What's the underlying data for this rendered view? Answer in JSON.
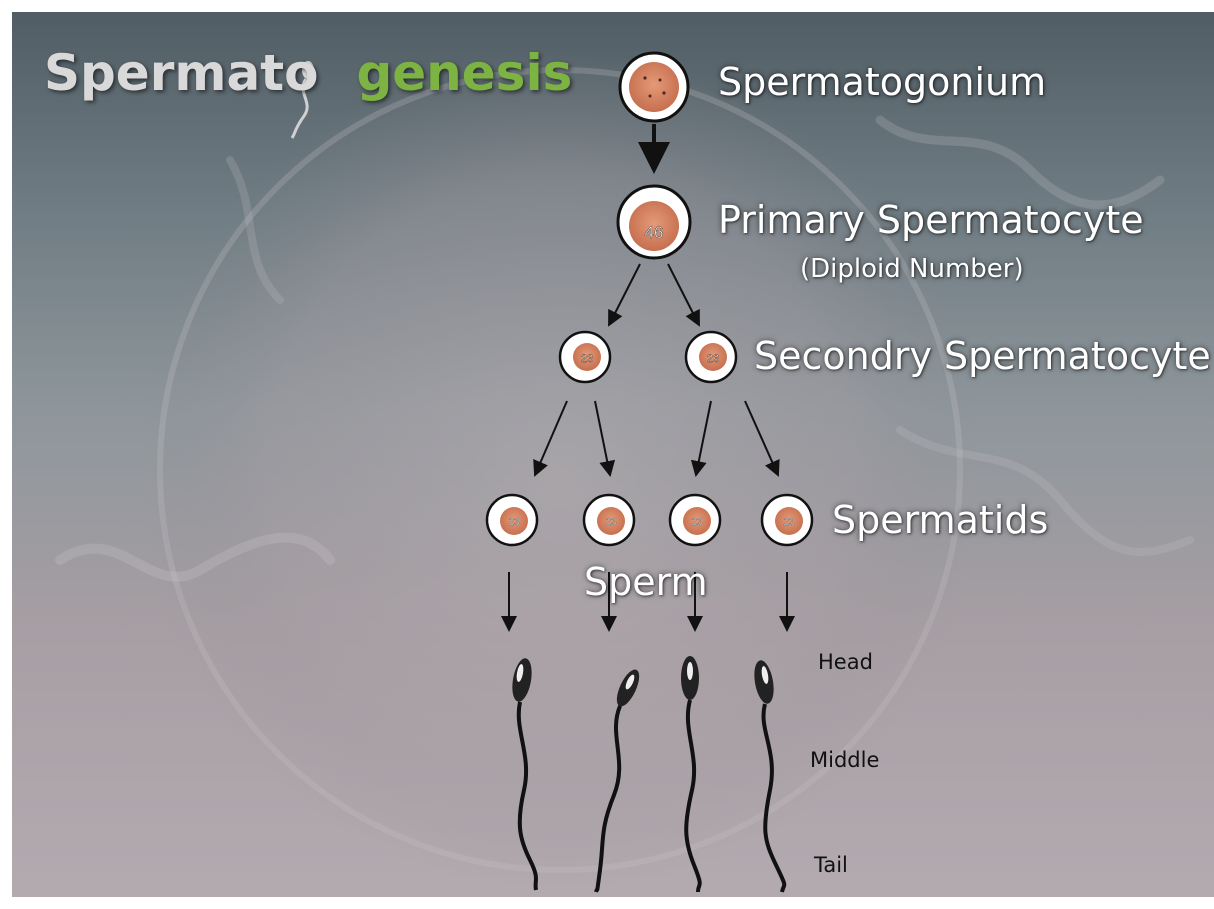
{
  "title": {
    "part1": "Spermato",
    "part2": "genesis"
  },
  "stages": {
    "spermatogonium": "Spermatogonium",
    "primary": "Primary Spermatocyte",
    "primary_note": "(Diploid Number)",
    "secondary": "Secondry Spermatocyte",
    "spermatids": "Spermatids",
    "sperm": "Sperm"
  },
  "cell_labels": {
    "primary": "46",
    "secondary_left": "23",
    "secondary_right": "23",
    "spermatid_1": "23",
    "spermatid_2": "23",
    "spermatid_3": "23",
    "spermatid_4": "23"
  },
  "sperm_parts": {
    "head": "Head",
    "middle": "Middle",
    "tail": "Tail"
  },
  "colors": {
    "title_green": "#7cb342",
    "nucleus": "#d9805e",
    "text": "#ffffff"
  }
}
